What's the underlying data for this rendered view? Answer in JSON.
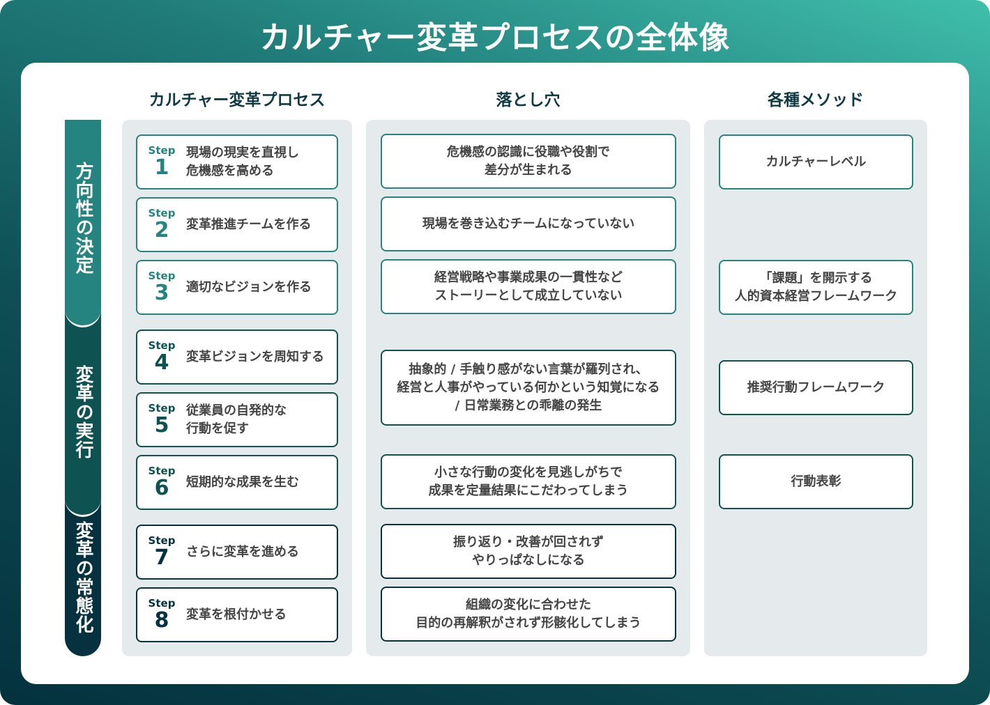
{
  "title": "カルチャー変革プロセスの全体像",
  "headers": {
    "process": "カルチャー変革プロセス",
    "pitfalls": "落とし穴",
    "methods": "各種メソッド"
  },
  "colors": {
    "phase1": "#258380",
    "phase2": "#0f5252",
    "phase3": "#05323e"
  },
  "phases": [
    {
      "label": "方向性の決定"
    },
    {
      "label": "変革の実行"
    },
    {
      "label": "変革の常態化"
    }
  ],
  "steps": [
    {
      "step": "Step",
      "num": "1",
      "text": "現場の現実を直視し\n危機感を高める"
    },
    {
      "step": "Step",
      "num": "2",
      "text": "変革推進チームを作る"
    },
    {
      "step": "Step",
      "num": "3",
      "text": "適切なビジョンを作る"
    },
    {
      "step": "Step",
      "num": "4",
      "text": "変革ビジョンを周知する"
    },
    {
      "step": "Step",
      "num": "5",
      "text": "従業員の自発的な\n行動を促す"
    },
    {
      "step": "Step",
      "num": "6",
      "text": "短期的な成果を生む"
    },
    {
      "step": "Step",
      "num": "7",
      "text": "さらに変革を進める"
    },
    {
      "step": "Step",
      "num": "8",
      "text": "変革を根付かせる"
    }
  ],
  "pitfalls": [
    "危機感の認識に役職や役割で\n差分が生まれる",
    "現場を巻き込むチームになっていない",
    "経営戦略や事業成果の一貫性など\nストーリーとして成立していない",
    "抽象的 / 手触り感がない言葉が羅列され、\n経営と人事がやっている何かという知覚になる\n/ 日常業務との乖離の発生",
    "小さな行動の変化を見逃しがちで\n成果を定量結果にこだわってしまう",
    "振り返り・改善が回されず\nやりっぱなしになる",
    "組織の変化に合わせた\n目的の再解釈がされず形骸化してしまう"
  ],
  "methods": [
    "カルチャーレベル",
    "「課題」を開示する\n人的資本経営フレームワーク",
    "推奨行動フレームワーク",
    "行動表彰"
  ]
}
